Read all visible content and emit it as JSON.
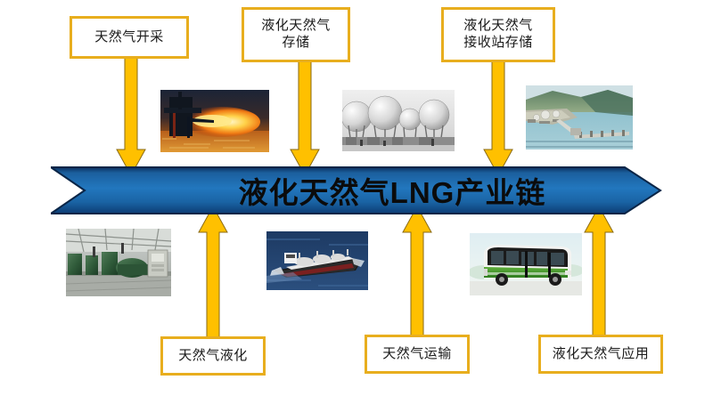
{
  "diagram": {
    "title": "液化天然气LNG产业链",
    "accent_gold": "#FFC000",
    "accent_gold_border": "#E8AE1E",
    "banner_blue": "#1F6FB5",
    "banner_blue_dark": "#0B2F5E"
  },
  "top_labels": [
    {
      "id": "extraction",
      "text": "天然气开采"
    },
    {
      "id": "lng-storage",
      "text": "液化天然气\n存储"
    },
    {
      "id": "terminal-storage",
      "text": "液化天然气\n接收站存储"
    }
  ],
  "bottom_labels": [
    {
      "id": "liquefaction",
      "text": "天然气液化"
    },
    {
      "id": "transportation",
      "text": "天然气运输"
    },
    {
      "id": "application",
      "text": "液化天然气应用"
    }
  ],
  "top_photos": [
    {
      "id": "gas-flare-rig",
      "caption": "offshore gas flare at sunset"
    },
    {
      "id": "spherical-tanks",
      "caption": "spherical gas storage tanks"
    },
    {
      "id": "lng-receiving-terminal",
      "caption": "aerial view of LNG receiving terminal jetty"
    }
  ],
  "bottom_photos": [
    {
      "id": "liquefaction-plant",
      "caption": "compressor hall machinery"
    },
    {
      "id": "lng-carrier-ship",
      "caption": "LNG carrier at sea"
    },
    {
      "id": "lng-city-bus",
      "caption": "green LNG city bus"
    }
  ],
  "arrows": {
    "down_icon": "arrow-down-icon",
    "up_icon": "arrow-up-icon"
  }
}
